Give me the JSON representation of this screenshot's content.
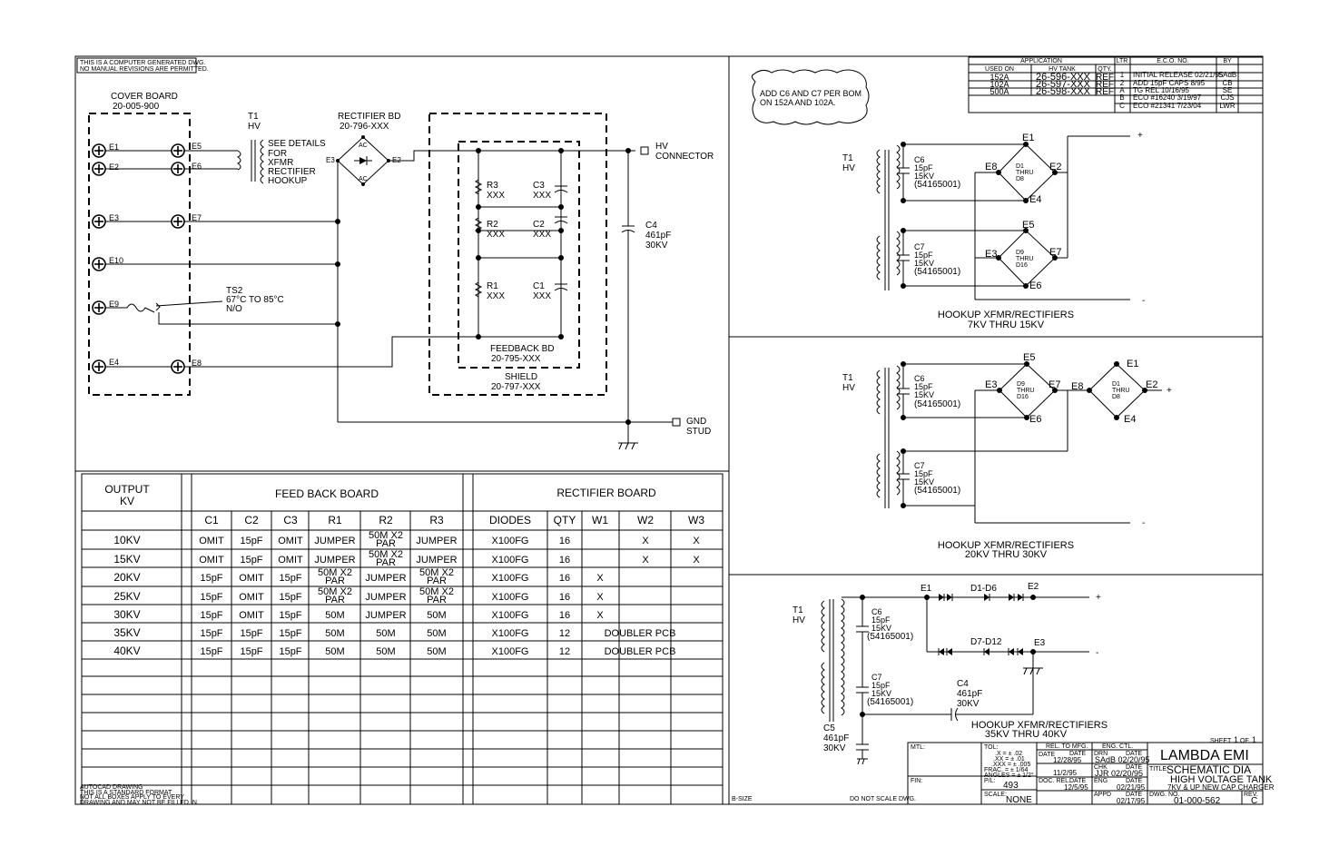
{
  "notes": {
    "computer_generated": [
      "THIS IS A COMPUTER GENERATED DWG.",
      "NO MANUAL REVISIONS ARE PERMITTED."
    ],
    "add_caps": [
      "ADD C6 AND C7 PER BOM",
      "ON 152A AND 102A."
    ],
    "autocad": [
      "AUTOCAD DRAWING",
      "THIS IS A STANDARD FORMAT",
      "NOT ALL BOXES APPLY TO EVERY",
      "DRAWING AND MAY NOT BE FILLED IN."
    ],
    "do_not_scale": "DO NOT SCALE DWG."
  },
  "schematic": {
    "cover_board": [
      "COVER BOARD",
      "20-005-900"
    ],
    "t1": [
      "T1",
      "HV"
    ],
    "rectifier_bd": [
      "RECTIFIER BD",
      "20-796-XXX"
    ],
    "see_details": [
      "SEE DETAILS",
      "FOR",
      "XFMR",
      "RECTIFIER",
      "HOOKUP"
    ],
    "terminals_left": [
      "E1",
      "E2",
      "E3",
      "E10",
      "E9",
      "E4"
    ],
    "terminals_right": [
      "E5",
      "E6",
      "E7",
      "E8"
    ],
    "rect_e3": "E3",
    "rect_e2": "E2",
    "ac": "AC",
    "hv_connector": [
      "HV",
      "CONNECTOR"
    ],
    "resistors": [
      [
        "R3",
        "XXX"
      ],
      [
        "R2",
        "XXX"
      ],
      [
        "R1",
        "XXX"
      ]
    ],
    "caps": [
      [
        "C3",
        "XXX"
      ],
      [
        "C2",
        "XXX"
      ],
      [
        "C1",
        "XXX"
      ]
    ],
    "c4": [
      "C4",
      "461pF",
      "30KV"
    ],
    "ts2": [
      "TS2",
      "67°C TO 85°C",
      "N/O"
    ],
    "feedback_bd": [
      "FEEDBACK BD",
      "20-795-XXX"
    ],
    "shield": [
      "SHIELD",
      "20-797-XXX"
    ],
    "gnd_stud": [
      "GND",
      "STUD"
    ]
  },
  "table": {
    "output_header": [
      "OUTPUT",
      "KV"
    ],
    "feedback_title": "FEED BACK BOARD",
    "rectifier_title": "RECTIFIER BOARD",
    "feedback_cols": [
      "C1",
      "C2",
      "C3",
      "R1",
      "R2",
      "R3"
    ],
    "rectifier_cols": [
      "DIODES",
      "QTY",
      "W1",
      "W2",
      "W3"
    ],
    "rows": [
      [
        "10KV",
        "OMIT",
        "15pF",
        "OMIT",
        "JUMPER",
        "50M X2|PAR",
        "JUMPER",
        "X100FG",
        "16",
        "",
        "X",
        "X"
      ],
      [
        "15KV",
        "OMIT",
        "15pF",
        "OMIT",
        "JUMPER",
        "50M X2|PAR",
        "JUMPER",
        "X100FG",
        "16",
        "",
        "X",
        "X"
      ],
      [
        "20KV",
        "15pF",
        "OMIT",
        "15pF",
        "50M X2|PAR",
        "JUMPER",
        "50M X2|PAR",
        "X100FG",
        "16",
        "X",
        "",
        ""
      ],
      [
        "25KV",
        "15pF",
        "OMIT",
        "15pF",
        "50M X2|PAR",
        "JUMPER",
        "50M X2|PAR",
        "X100FG",
        "16",
        "X",
        "",
        ""
      ],
      [
        "30KV",
        "15pF",
        "OMIT",
        "15pF",
        "50M",
        "JUMPER",
        "50M",
        "X100FG",
        "16",
        "X",
        "",
        ""
      ],
      [
        "35KV",
        "15pF",
        "15pF",
        "15pF",
        "50M",
        "50M",
        "50M",
        "X100FG",
        "12",
        "DOUBLER PCB",
        "",
        ""
      ],
      [
        "40KV",
        "15pF",
        "15pF",
        "15pF",
        "50M",
        "50M",
        "50M",
        "X100FG",
        "12",
        "DOUBLER PCB",
        "",
        ""
      ]
    ]
  },
  "revision": {
    "application": "APPLICATION",
    "used_on": "USED ON",
    "hv_tank": "HV TANK",
    "qty": "QTY.",
    "ltr": "LTR",
    "eco_no": "E.C.O. NO.",
    "by": "BY",
    "apps": [
      [
        "152A",
        "26-596-XXX",
        "REF"
      ],
      [
        "102A",
        "26-597-XXX",
        "REF"
      ],
      [
        "500A",
        "26-598-XXX",
        "REF"
      ]
    ],
    "ecos": [
      [
        "1",
        "INITIAL RELEASE 02/21/95",
        "SAdB"
      ],
      [
        "2",
        "ADD 15pF CAPS 8/95",
        "CB"
      ],
      [
        "A",
        "TG REL 10/16/95",
        "SE"
      ],
      [
        "B",
        "ECO #16240 3/19/97",
        "CJS"
      ],
      [
        "C",
        "ECO #21341 7/23/04",
        "LWR"
      ]
    ]
  },
  "hookups": {
    "h1": {
      "t1": [
        "T1",
        "HV"
      ],
      "c6": [
        "C6",
        "15pF",
        "15KV",
        "(54165001)"
      ],
      "c7": [
        "C7",
        "15pF",
        "15KV",
        "(54165001)"
      ],
      "nodes": [
        "E1",
        "E8",
        "E2",
        "E4",
        "E5",
        "E3",
        "E7",
        "E6"
      ],
      "d_top": [
        "D1",
        "THRU",
        "D8"
      ],
      "d_bot": [
        "D9",
        "THRU",
        "D16"
      ],
      "plus": "+",
      "minus": "-",
      "caption": [
        "HOOKUP XFMR/RECTIFIERS",
        "7KV THRU 15KV"
      ]
    },
    "h2": {
      "t1": [
        "T1",
        "HV"
      ],
      "c6": [
        "C6",
        "15pF",
        "15KV",
        "(54165001)"
      ],
      "c7": [
        "C7",
        "15pF",
        "15KV",
        "(54165001)"
      ],
      "nodes": [
        "E5",
        "E1",
        "E3",
        "E7",
        "E8",
        "E2",
        "E6",
        "E4"
      ],
      "d_left": [
        "D9",
        "THRU",
        "D16"
      ],
      "d_right": [
        "D1",
        "THRU",
        "D8"
      ],
      "plus": "+",
      "minus": "-",
      "caption": [
        "HOOKUP XFMR/RECTIFIERS",
        "20KV THRU 30KV"
      ]
    },
    "h3": {
      "t1": [
        "T1",
        "HV"
      ],
      "e1": "E1",
      "d1d6": "D1-D6",
      "e2": "E2",
      "d7d12": "D7-D12",
      "e3": "E3",
      "c6": [
        "C6",
        "15pF",
        "15KV",
        "(54165001)"
      ],
      "c7": [
        "C7",
        "15pF",
        "15KV",
        "(54165001)"
      ],
      "c4": [
        "C4",
        "461pF",
        "30KV"
      ],
      "c5": [
        "C5",
        "461pF",
        "30KV"
      ],
      "plus": "+",
      "minus": "-",
      "caption": [
        "HOOKUP XFMR/RECTIFIERS",
        "35KV THRU 40KV"
      ]
    }
  },
  "title_block": {
    "sheet": "SHEET",
    "sheet_no": "1",
    "of": "OF",
    "sheet_total": "1",
    "mtl": "MTL:",
    "fin": "FIN:",
    "tol": "TOL:",
    "tol_lines": [
      ".X = ± .02",
      ".XX = ± .01",
      ".XXX = ± .005",
      "FRAC. = ± 1/64",
      "ANGLES = ± 1/2°"
    ],
    "rel_mfg": "REL. TO MFG.",
    "eng_ctl": "ENG. CTL.",
    "drn": "DRN",
    "chk": "CHK",
    "eng": "ENG",
    "appd": "APPD",
    "date": "DATE",
    "drn_val": "SAdB 02/20/95",
    "chk_val": "JJR 02/20/95",
    "eng_date": "02/21/95",
    "appd_date": "02/17/95",
    "mfg_date": "12/28/95",
    "mfg2": "11/2/95",
    "doc_rel_date": "12/5/95",
    "pn_label": "P/L:",
    "pn": "493",
    "scale_label": "SCALE:",
    "scale": "NONE",
    "doc_rel": "DOC. REL.",
    "title_label": "TITLE:",
    "title": [
      "SCHEMATIC DIA",
      "HIGH VOLTAGE TANK",
      "7KV & UP NEW CAP CHARGER"
    ],
    "dwg_label": "DWG. NO.",
    "dwg_no": "01-000-562",
    "rev_label": "REV.",
    "rev": "C",
    "company": "LAMBDA EMI",
    "corner_tag": "B-SIZE"
  }
}
